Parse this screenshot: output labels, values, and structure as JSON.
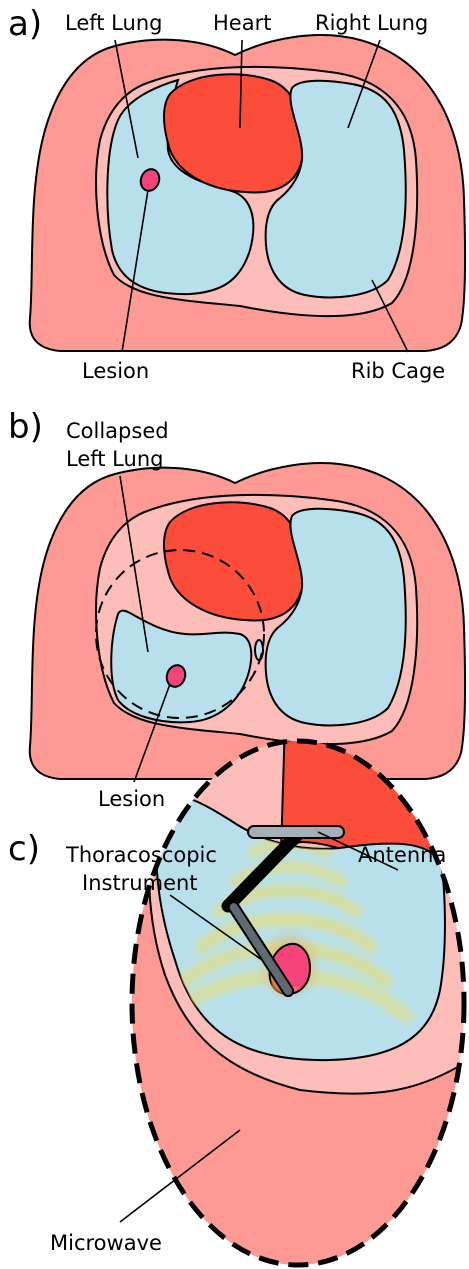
{
  "panels": {
    "a": {
      "letter": "a)",
      "labels": {
        "left_lung": "Left Lung",
        "heart": "Heart",
        "right_lung": "Right Lung",
        "lesion": "Lesion",
        "rib_cage": "Rib Cage"
      }
    },
    "b": {
      "letter": "b)",
      "labels": {
        "collapsed_line1": "Collapsed",
        "collapsed_line2": "Left Lung",
        "lesion": "Lesion"
      }
    },
    "c": {
      "letter": "c)",
      "labels": {
        "instrument_line1": "Thoracoscopic",
        "instrument_line2": "Instrument",
        "antenna": "Antenna",
        "microwave": "Microwave"
      }
    }
  },
  "colors": {
    "body": "#fd9a94",
    "cavity": "#fdbdb8",
    "lung": "#b7e0ec",
    "heart": "#fc4d3a",
    "lesion": "#f5447a",
    "instrument": "#5f6b73",
    "antenna": "#a5b0b6",
    "microwave": "#e8dc6c"
  }
}
